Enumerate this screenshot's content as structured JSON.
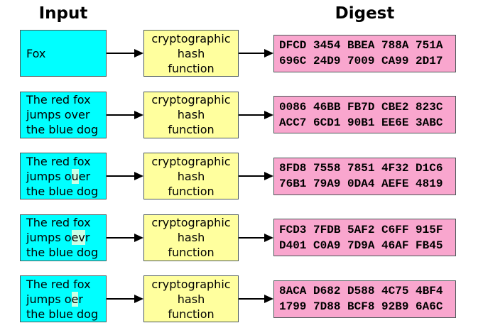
{
  "headers": {
    "input": "Input",
    "digest": "Digest"
  },
  "hash_box": {
    "lines": [
      "cryptographic",
      "hash",
      "function"
    ]
  },
  "colors": {
    "page_bg": "#ffffff",
    "input_box_bg": "#00ffff",
    "hash_box_bg": "#ffff9e",
    "digest_box_bg": "#f9a6ce",
    "highlight_bg": "#c9ffe6",
    "box_border": "#4a5858",
    "arrow": "#000000",
    "text": "#000000"
  },
  "rows": [
    {
      "input_lines": [
        {
          "pre": "Fox",
          "mark": "",
          "post": ""
        }
      ],
      "digest_lines": [
        "DFCD 3454 BBEA 788A 751A",
        "696C 24D9 7009 CA99 2D17"
      ]
    },
    {
      "input_lines": [
        {
          "pre": "The red fox",
          "mark": "",
          "post": ""
        },
        {
          "pre": "jumps over",
          "mark": "",
          "post": ""
        },
        {
          "pre": "the blue dog",
          "mark": "",
          "post": ""
        }
      ],
      "digest_lines": [
        "0086 46BB FB7D CBE2 823C",
        "ACC7 6CD1 90B1 EE6E 3ABC"
      ]
    },
    {
      "input_lines": [
        {
          "pre": "The red fox",
          "mark": "",
          "post": ""
        },
        {
          "pre": "jumps o",
          "mark": "u",
          "post": "er"
        },
        {
          "pre": "the blue dog",
          "mark": "",
          "post": ""
        }
      ],
      "digest_lines": [
        "8FD8 7558 7851 4F32 D1C6",
        "76B1 79A9 0DA4 AEFE 4819"
      ]
    },
    {
      "input_lines": [
        {
          "pre": "The red fox",
          "mark": "",
          "post": ""
        },
        {
          "pre": "jumps o",
          "mark": "ev",
          "post": "r"
        },
        {
          "pre": "the blue dog",
          "mark": "",
          "post": ""
        }
      ],
      "digest_lines": [
        "FCD3 7FDB 5AF2 C6FF 915F",
        "D401 C0A9 7D9A 46AF FB45"
      ]
    },
    {
      "input_lines": [
        {
          "pre": "The red fox",
          "mark": "",
          "post": ""
        },
        {
          "pre": "jumps o",
          "mark": "e",
          "post": "r"
        },
        {
          "pre": "the blue dog",
          "mark": "",
          "post": ""
        }
      ],
      "digest_lines": [
        "8ACA D682 D588 4C75 4BF4",
        "1799 7D88 BCF8 92B9 6A6C"
      ]
    }
  ]
}
